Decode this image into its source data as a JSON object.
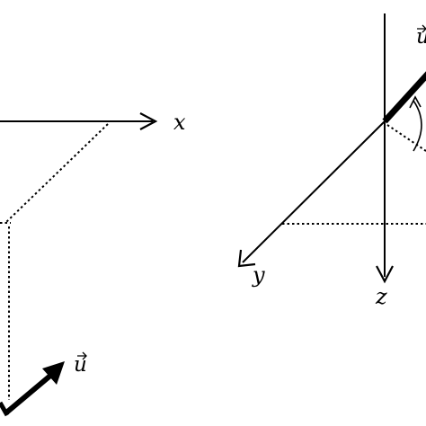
{
  "labels": {
    "x_axis": "x",
    "y_axis": "y",
    "z_axis": "z",
    "vector_left": "u",
    "vector_right": "u"
  },
  "colors": {
    "ink": "#000000",
    "background": "#ffffff"
  }
}
